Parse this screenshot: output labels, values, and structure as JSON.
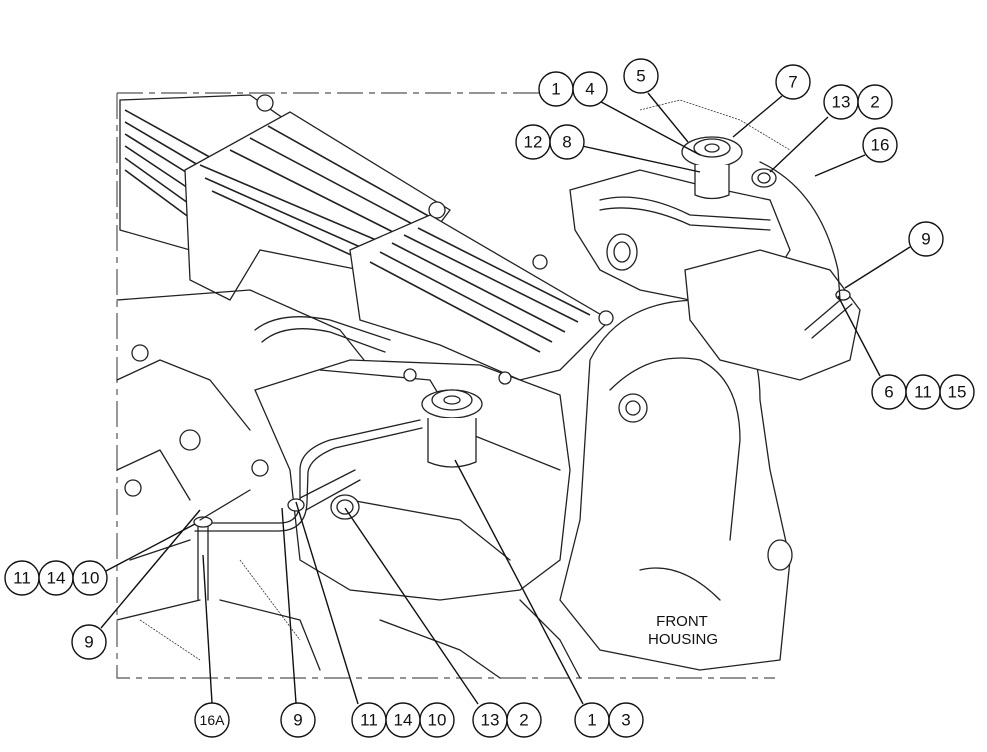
{
  "title": "Engine front housing – hydraulic pump/fitting callout diagram",
  "annotation": {
    "line1": "FRONT",
    "line2": "HOUSING"
  },
  "callouts": [
    {
      "id": "c-1-4",
      "labels": [
        "1",
        "4"
      ],
      "target": [
        700,
        155
      ]
    },
    {
      "id": "c-5",
      "labels": [
        "5"
      ],
      "target": [
        688,
        142
      ]
    },
    {
      "id": "c-7",
      "labels": [
        "7"
      ],
      "target": [
        733,
        137
      ]
    },
    {
      "id": "c-13-2-top",
      "labels": [
        "13",
        "2"
      ],
      "target": [
        770,
        172
      ]
    },
    {
      "id": "c-12-8",
      "labels": [
        "12",
        "8"
      ],
      "target": [
        700,
        172
      ]
    },
    {
      "id": "c-16",
      "labels": [
        "16"
      ],
      "target": [
        815,
        176
      ]
    },
    {
      "id": "c-9-right",
      "labels": [
        "9"
      ],
      "target": [
        845,
        288
      ]
    },
    {
      "id": "c-6-11-15",
      "labels": [
        "6",
        "11",
        "15"
      ],
      "target": [
        838,
        296
      ]
    },
    {
      "id": "c-11-14-10-left",
      "labels": [
        "11",
        "14",
        "10"
      ],
      "target": [
        195,
        524
      ]
    },
    {
      "id": "c-9-left",
      "labels": [
        "9"
      ],
      "target": [
        200,
        510
      ]
    },
    {
      "id": "c-16A",
      "labels": [
        "16A"
      ],
      "target": [
        203,
        555
      ]
    },
    {
      "id": "c-9-bottom",
      "labels": [
        "9"
      ],
      "target": [
        282,
        508
      ]
    },
    {
      "id": "c-11-14-10-bottom",
      "labels": [
        "11",
        "14",
        "10"
      ],
      "target": [
        296,
        502
      ]
    },
    {
      "id": "c-13-2-bottom",
      "labels": [
        "13",
        "2"
      ],
      "target": [
        345,
        508
      ]
    },
    {
      "id": "c-1-3",
      "labels": [
        "1",
        "3"
      ],
      "target": [
        455,
        460
      ]
    }
  ]
}
